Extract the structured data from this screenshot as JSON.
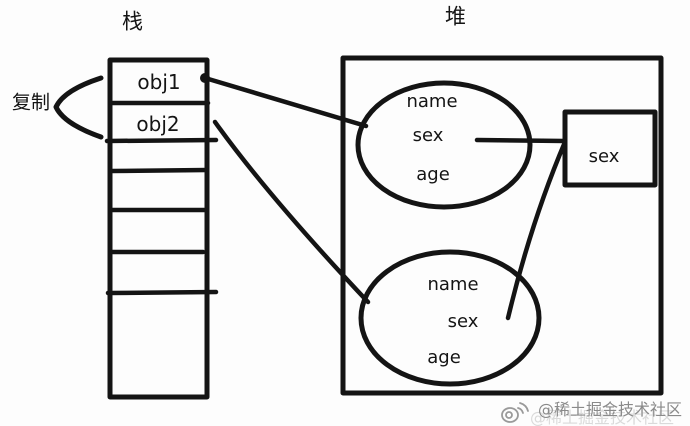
{
  "diagram": {
    "stack_title": "栈",
    "heap_title": "堆",
    "copy_label": "复制",
    "stack": {
      "cell1_label": "obj1",
      "cell2_label": "obj2",
      "empty_cell_count": 5
    },
    "heap": {
      "object_top": {
        "fields": [
          "name",
          "sex",
          "age"
        ]
      },
      "object_bottom": {
        "fields": [
          "name",
          "sex",
          "age"
        ]
      },
      "shared_value_box": {
        "label": "sex"
      }
    },
    "relations": [
      "obj1 -> object_top",
      "obj2 -> object_bottom",
      "object_top.sex -> shared_value_box",
      "shared_value_box -> object_bottom.sex"
    ]
  },
  "watermark": {
    "handle": "@稀土掘金技术社区",
    "icon": "weibo-icon"
  },
  "colors": {
    "ink": "#141414",
    "background": "#fdfdfd",
    "watermark_dark": "#8a8a8a",
    "watermark_ghost": "#dadada"
  }
}
